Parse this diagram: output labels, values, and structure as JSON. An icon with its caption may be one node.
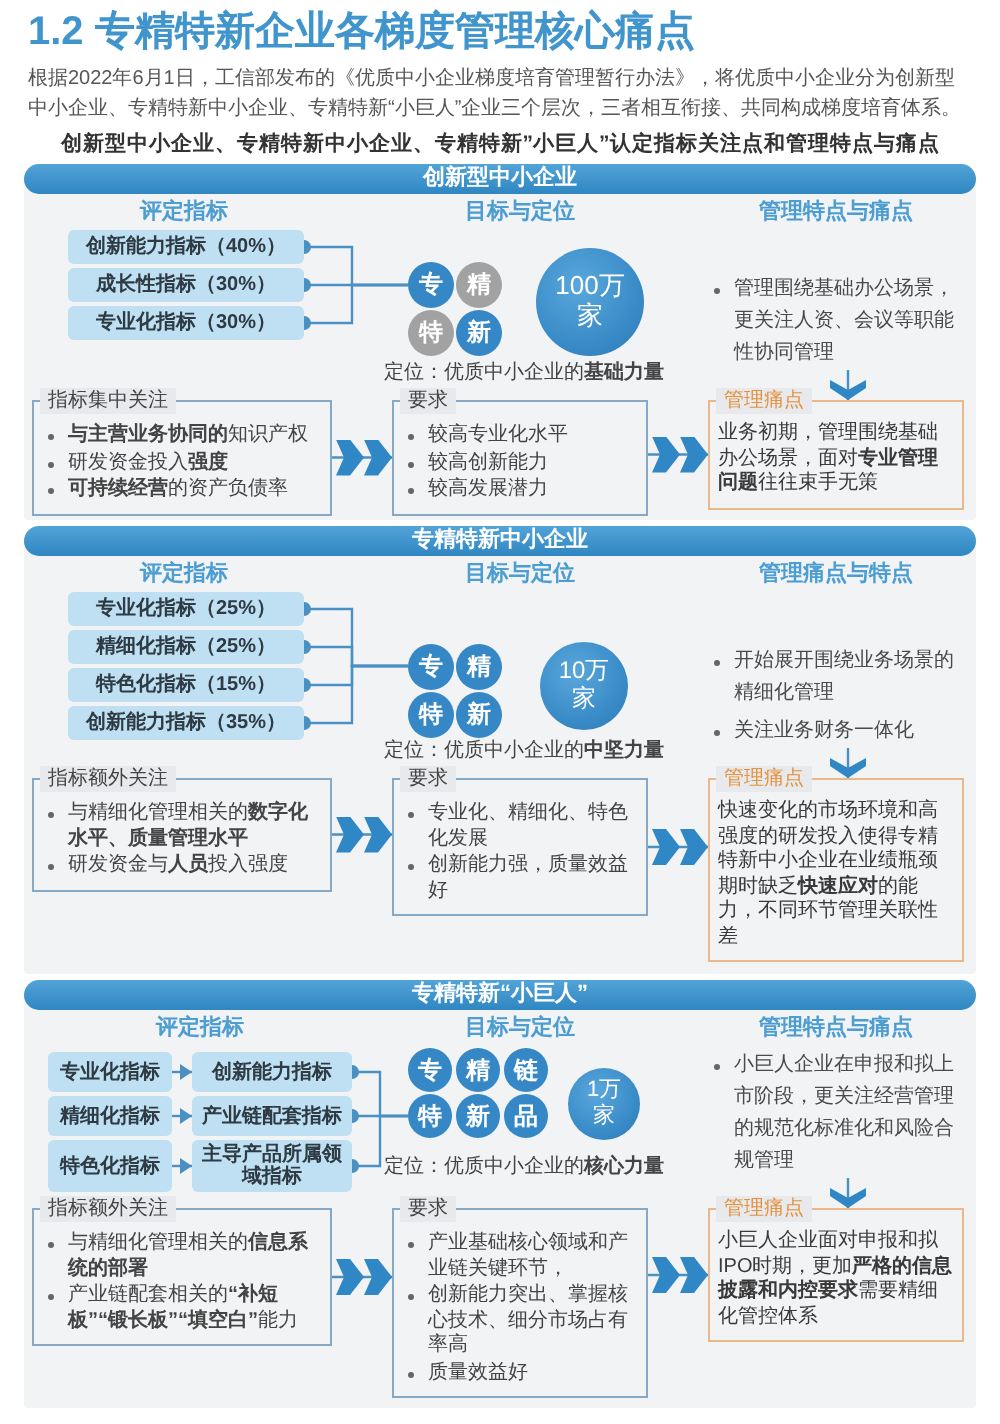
{
  "diagram": {
    "title": "1.2 专精特新企业各梯度管理核心痛点",
    "nodes": [
      {
        "text": [
          "创新型中小企业"
        ]
      },
      {
        "text": [
          "创新能力指标（40%）"
        ],
        "in": 0
      },
      {
        "text": [
          "成长性指标（30%）"
        ],
        "in": 0
      },
      {
        "text": [
          "专业化指标（30%）"
        ],
        "in": 0
      },
      {
        "text": [
          "专"
        ],
        "in": 0
      },
      {
        "text": [
          "精"
        ],
        "in": 0
      },
      {
        "text": [
          "特"
        ],
        "in": 0
      },
      {
        "text": [
          "新"
        ],
        "in": 0
      },
      {
        "text": [
          "100万家"
        ],
        "in": 0
      },
      {
        "text": [
          "管理围绕基础办公场景，更关注人资、会议等职能性协同管理"
        ],
        "in": 0
      },
      {
        "text": [
          "指标集中关注",
          "**与主营业务协同的**知识产权",
          "研发资金投入**强度**",
          "**可持续经营**的资产负债率"
        ],
        "in": 0
      },
      {
        "text": [
          "要求",
          "较高专业化水平",
          "较高创新能力",
          "较高发展潜力"
        ],
        "in": 0
      },
      {
        "text": [
          "管理痛点",
          "业务初期，管理围绕基础办公场景，面对**专业管理问题**往往束手无策"
        ],
        "in": 0
      },
      {
        "text": [
          "专精特新中小企业"
        ]
      },
      {
        "text": [
          "专业化指标（25%）"
        ],
        "in": 13
      },
      {
        "text": [
          "精细化指标（25%）"
        ],
        "in": 13
      },
      {
        "text": [
          "特色化指标（15%）"
        ],
        "in": 13
      },
      {
        "text": [
          "创新能力指标（35%）"
        ],
        "in": 13
      },
      {
        "text": [
          "专"
        ],
        "in": 13
      },
      {
        "text": [
          "精"
        ],
        "in": 13
      },
      {
        "text": [
          "特"
        ],
        "in": 13
      },
      {
        "text": [
          "新"
        ],
        "in": 13
      },
      {
        "text": [
          "10万家"
        ],
        "in": 13
      },
      {
        "text": [
          "开始展开围绕业务场景的精细化管理",
          "关注业务财务一体化"
        ],
        "in": 13
      },
      {
        "text": [
          "指标额外关注",
          "与精细化管理相关的**数字化水平、质量管理水平**",
          "研发资金与**人员**投入强度"
        ],
        "in": 13
      },
      {
        "text": [
          "要求",
          "专业化、精细化、特色化发展",
          "创新能力强，质量效益好"
        ],
        "in": 13
      },
      {
        "text": [
          "管理痛点",
          "快速变化的市场环境和高强度的研发投入使得专精特新中小企业在业绩瓶颈期时缺乏**快速应对**的能力，不同环节管理关联性差"
        ],
        "in": 13
      },
      {
        "text": [
          "专精特新“小巨人”"
        ]
      },
      {
        "text": [
          "专业化指标"
        ],
        "in": 27
      },
      {
        "text": [
          "创新能力指标"
        ],
        "in": 27
      },
      {
        "text": [
          "精细化指标"
        ],
        "in": 27
      },
      {
        "text": [
          "产业链配套指标"
        ],
        "in": 27
      },
      {
        "text": [
          "特色化指标"
        ],
        "in": 27
      },
      {
        "text": [
          "主导产品所属领域指标"
        ],
        "in": 27
      },
      {
        "text": [
          "专"
        ],
        "in": 27
      },
      {
        "text": [
          "精"
        ],
        "in": 27
      },
      {
        "text": [
          "链"
        ],
        "in": 27
      },
      {
        "text": [
          "特"
        ],
        "in": 27
      },
      {
        "text": [
          "新"
        ],
        "in": 27
      },
      {
        "text": [
          "品"
        ],
        "in": 27
      },
      {
        "text": [
          "1万家"
        ],
        "in": 27
      },
      {
        "text": [
          "小巨人企业在申报和拟上市阶段，更关注经营管理的规范化标准化和风险合规管理"
        ],
        "in": 27
      },
      {
        "text": [
          "指标额外关注",
          "与精细化管理相关的**信息系统的部署**",
          "产业链配套相关的**“补短板”“锻长板”“填空白”**能力"
        ],
        "in": 27
      },
      {
        "text": [
          "要求",
          "产业基础核心领域和产业链关键环节，",
          "创新能力突出、掌握核心技术、细分市场占有率高",
          "质量效益好"
        ],
        "in": 27
      },
      {
        "text": [
          "管理痛点",
          "小巨人企业面对申报和拟IPO时期，更加**严格的信息披露和内控要求**需要精细化管控体系"
        ],
        "in": 27
      }
    ],
    "edges": [
      {
        "from": 1,
        "to": 4,
        "arrow": "other"
      },
      {
        "from": 2,
        "to": 4,
        "arrow": "other"
      },
      {
        "from": 3,
        "to": 4,
        "arrow": "other"
      },
      {
        "from": 10,
        "to": 11,
        "arrow": "to"
      },
      {
        "from": 11,
        "to": 12,
        "arrow": "to"
      },
      {
        "from": 9,
        "to": 12,
        "arrow": "to"
      },
      {
        "from": 14,
        "to": 18,
        "arrow": "other"
      },
      {
        "from": 15,
        "to": 18,
        "arrow": "other"
      },
      {
        "from": 16,
        "to": 18,
        "arrow": "other"
      },
      {
        "from": 17,
        "to": 18,
        "arrow": "other"
      },
      {
        "from": 24,
        "to": 25,
        "arrow": "to"
      },
      {
        "from": 25,
        "to": 26,
        "arrow": "to"
      },
      {
        "from": 23,
        "to": 26,
        "arrow": "to"
      },
      {
        "from": 28,
        "to": 29,
        "arrow": "to"
      },
      {
        "from": 30,
        "to": 31,
        "arrow": "to"
      },
      {
        "from": 32,
        "to": 33,
        "arrow": "to"
      },
      {
        "from": 29,
        "to": 37,
        "arrow": "other"
      },
      {
        "from": 31,
        "to": 37,
        "arrow": "other"
      },
      {
        "from": 33,
        "to": 37,
        "arrow": "other"
      },
      {
        "from": 42,
        "to": 43,
        "arrow": "to"
      },
      {
        "from": 43,
        "to": 44,
        "arrow": "to"
      },
      {
        "from": 41,
        "to": 44,
        "arrow": "to"
      }
    ],
    "labels": [
      "根据2022年6月1日，工信部发布的《优质中小企业梯度培育管理暂行办法》，将优质中小企业分为创新型中小企业、专精特新中小企业、专精特新“小巨人”企业三个层次，三者相互衔接、共同构成梯度培育体系。",
      "创新型中小企业、专精特新中小企业、专精特新”小巨人”认定指标关注点和管理特点与痛点",
      "评定指标",
      "目标与定位",
      "管理特点与痛点",
      "定位：优质中小企业的**基础力量**",
      "评定指标",
      "目标与定位",
      "管理痛点与特点",
      "定位：优质中小企业的**中坚力量**",
      "评定指标",
      "目标与定位",
      "管理特点与痛点",
      "定位：优质中小企业的**核心力量**"
    ]
  }
}
